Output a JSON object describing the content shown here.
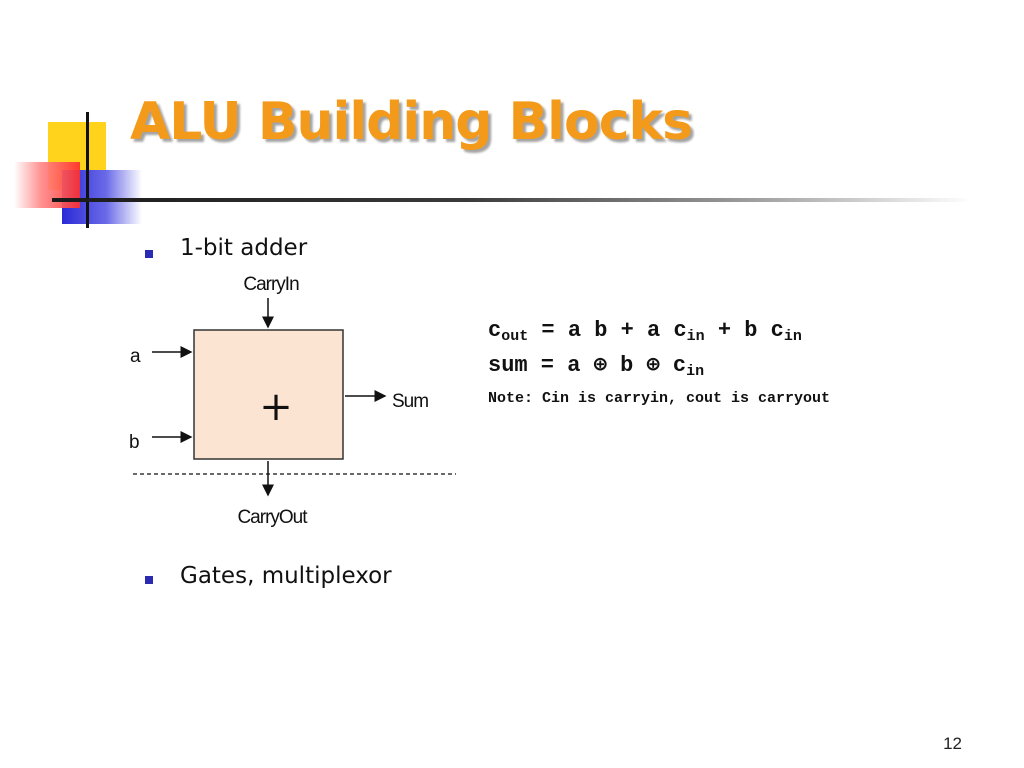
{
  "slide": {
    "title": "ALU Building Blocks",
    "page_number": "12"
  },
  "bullets": [
    {
      "text": "1-bit adder"
    },
    {
      "text": "Gates, multiplexor"
    }
  ],
  "diagram": {
    "block_symbol": "+",
    "inputs": {
      "a": "a",
      "b": "b",
      "carry_in": "CarryIn"
    },
    "outputs": {
      "sum": "Sum",
      "carry_out": "CarryOut"
    }
  },
  "equations": {
    "cout": {
      "c": "c",
      "out": "out",
      "rest1": " = a b + a c",
      "in1": "in",
      "rest2": " + b c",
      "in2": "in"
    },
    "sum": {
      "lhs": "sum = a ⊕ b ⊕ c",
      "in": "in"
    },
    "note": "Note: Cin is carryin, cout is carryout"
  },
  "colors": {
    "title": "#f39a1a",
    "bullet": "#2a2ab5",
    "adder_fill": "#fce4d2",
    "deco_yellow": "#ffd21c",
    "deco_red": "#ff3b3b",
    "deco_blue": "#2a2ad6"
  }
}
